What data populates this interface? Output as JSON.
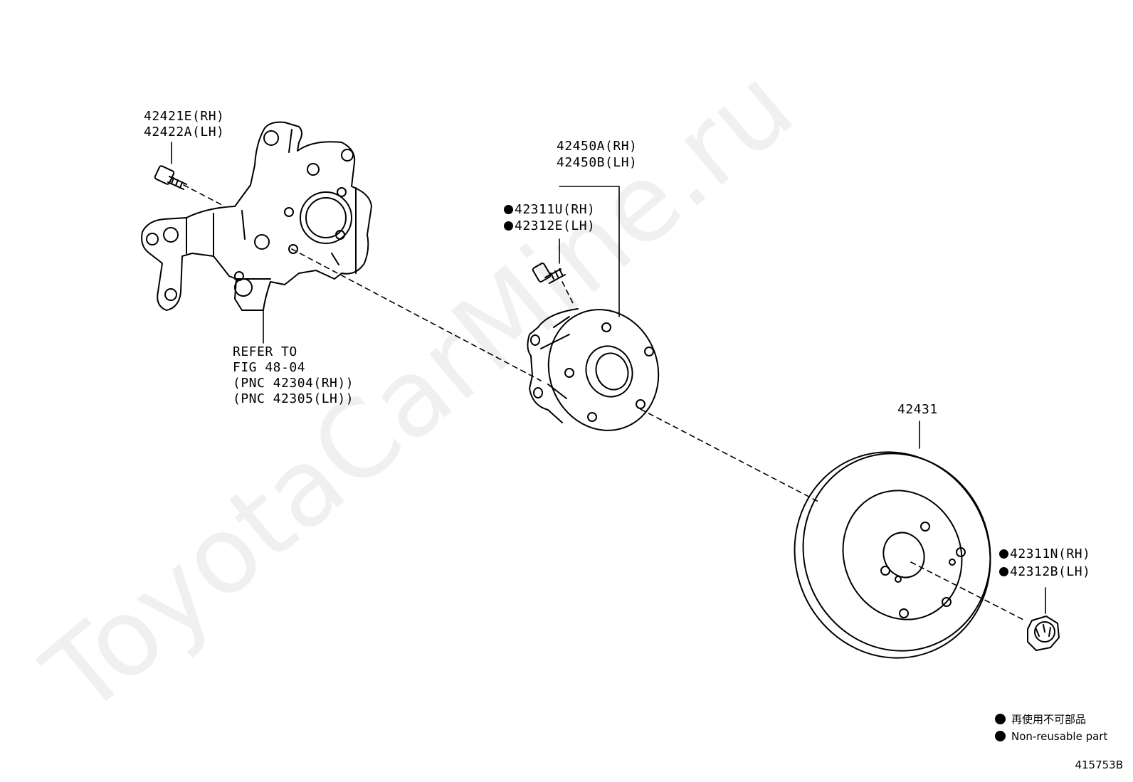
{
  "watermark": "ToyotaCarMine.ru",
  "labels": {
    "bolt_rh": "42421E(RH)",
    "bolt_lh": "42422A(LH)",
    "hub_rh": "42450A(RH)",
    "hub_lh": "42450B(LH)",
    "stud_rh": "42311U(RH)",
    "stud_lh": "42312E(LH)",
    "refer_1": "REFER TO",
    "refer_2": "FIG 48-04",
    "refer_3": "(PNC 42304(RH))",
    "refer_4": "(PNC 42305(LH))",
    "disc": "42431",
    "nut_rh": "42311N(RH)",
    "nut_lh": "42312B(LH)"
  },
  "legend": {
    "jp": "再使用不可部品",
    "en": "Non-reusable part"
  },
  "figure_code": "415753B",
  "colors": {
    "ink": "#000000",
    "paper": "#ffffff"
  }
}
